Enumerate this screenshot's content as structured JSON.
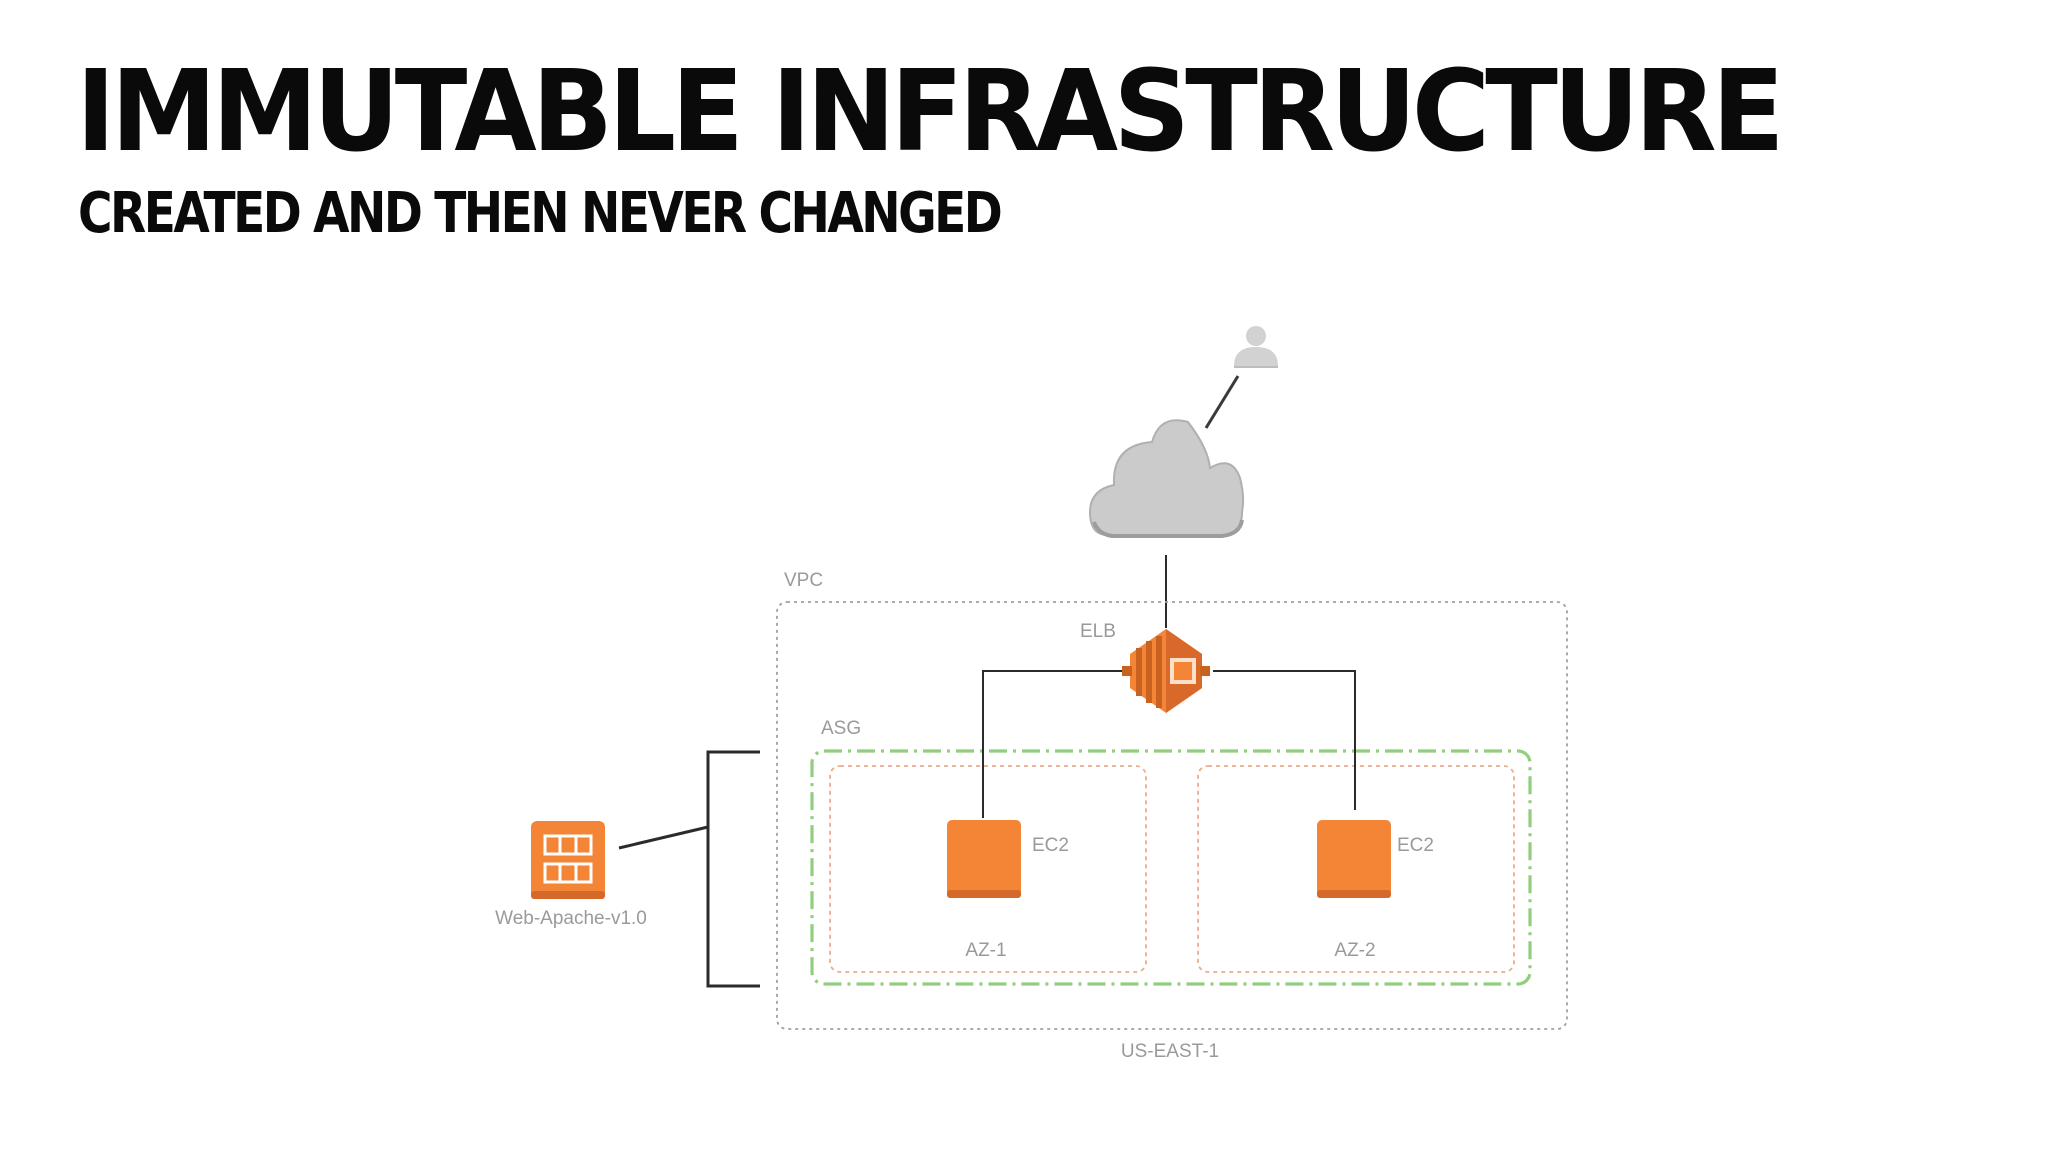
{
  "title": "IMMUTABLE INFRASTRUCTURE",
  "subtitle": "CREATED AND THEN NEVER CHANGED",
  "diagram": {
    "vpc_label": "VPC",
    "elb_label": "ELB",
    "asg_label": "ASG",
    "ec2_labels": [
      "EC2",
      "EC2"
    ],
    "az_labels": [
      "AZ-1",
      "AZ-2"
    ],
    "ami_label": "Web-Apache-v1.0",
    "region_label": "US-EAST-1",
    "icons": [
      "user-icon",
      "internet-cloud-icon",
      "elb-icon",
      "ec2-instance-icon",
      "ami-icon"
    ],
    "colors": {
      "aws_orange": "#f58536",
      "aws_orange_dark": "#c9621f",
      "asg_border": "#93cd7e",
      "az_border": "#f1a98a",
      "vpc_border": "#a0a0a0",
      "label_gray": "#9a9a9a"
    }
  }
}
